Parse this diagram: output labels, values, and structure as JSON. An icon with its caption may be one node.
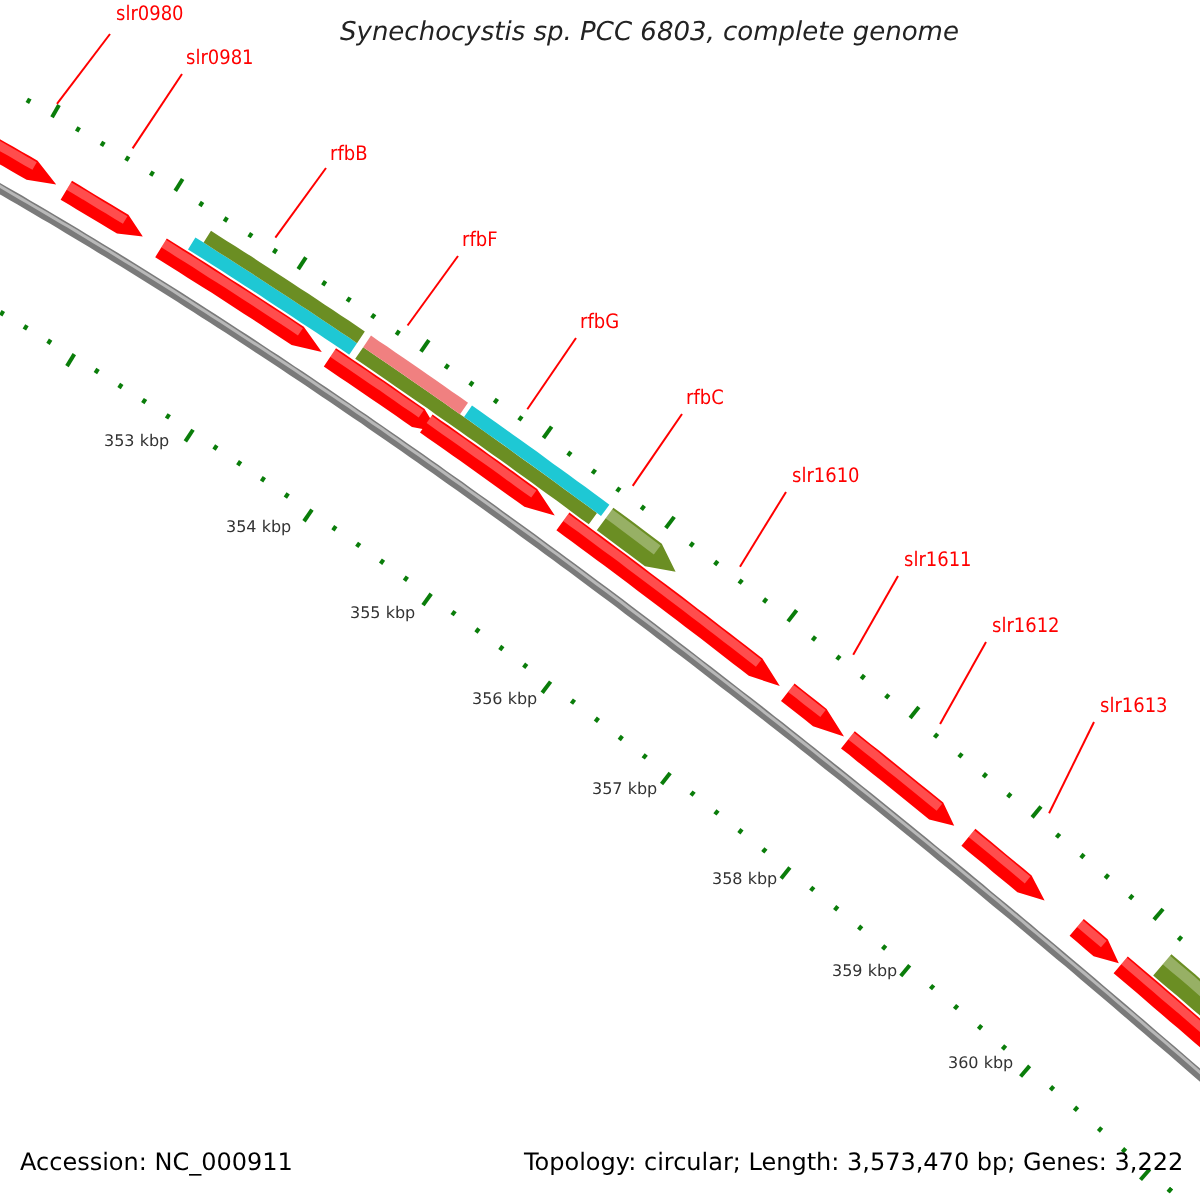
{
  "diagram": {
    "title": "Synechocystis sp. PCC 6803, complete genome",
    "nodes": [
      {
        "text": [
          "slr0980"
        ]
      },
      {
        "text": [
          "slr0981"
        ]
      },
      {
        "text": [
          "rfbB"
        ]
      },
      {
        "text": [
          "rfbF"
        ]
      },
      {
        "text": [
          "rfbG"
        ]
      },
      {
        "text": [
          "rfbC"
        ]
      },
      {
        "text": [
          "slr1610"
        ]
      },
      {
        "text": [
          "slr1611"
        ]
      },
      {
        "text": [
          "slr1612"
        ]
      },
      {
        "text": [
          "slr1613"
        ]
      }
    ],
    "edges": [
      {
        "from": 0,
        "to": null,
        "arrow": "none"
      },
      {
        "from": 1,
        "to": null,
        "arrow": "none"
      },
      {
        "from": 2,
        "to": null,
        "arrow": "none"
      },
      {
        "from": 3,
        "to": null,
        "arrow": "none"
      },
      {
        "from": 4,
        "to": null,
        "arrow": "none"
      },
      {
        "from": 5,
        "to": null,
        "arrow": "none"
      },
      {
        "from": 6,
        "to": null,
        "arrow": "none"
      },
      {
        "from": 7,
        "to": null,
        "arrow": "none"
      },
      {
        "from": 8,
        "to": null,
        "arrow": "none"
      },
      {
        "from": 9,
        "to": null,
        "arrow": "none"
      }
    ],
    "labels": [
      "353 kbp",
      "354 kbp",
      "355 kbp",
      "356 kbp",
      "357 kbp",
      "358 kbp",
      "359 kbp",
      "360 kbp",
      "Accession: NC_000911",
      "Topology: circular; Length: 3,573,470 bp; Genes: 3,222"
    ]
  }
}
